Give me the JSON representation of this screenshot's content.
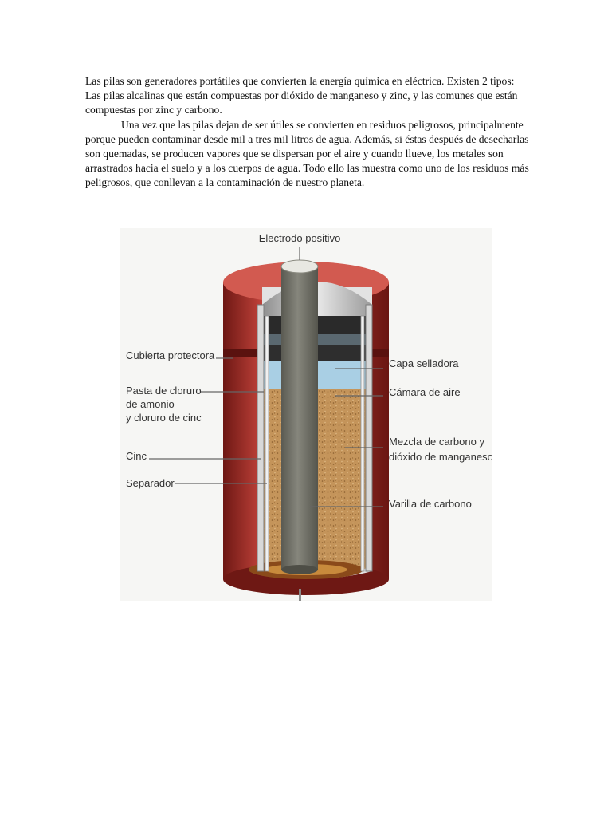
{
  "document": {
    "paragraphs": [
      "Las pilas son generadores portátiles que convierten la energía química en eléctrica. Existen 2 tipos: Las pilas alcalinas que están compuestas por dióxido de manganeso y zinc, y las comunes que están compuestas por zinc y carbono.",
      "Una vez que las pilas dejan de ser útiles se convierten en residuos peligrosos, principalmente porque pueden contaminar desde mil a tres mil litros de agua. Además, si éstas después de desecharlas son quemadas, se producen vapores que se dispersan por el aire y cuando llueve, los metales son arrastrados hacia el suelo y a los cuerpos de agua. Todo ello las muestra como uno de los residuos más peligrosos, que conllevan a la contaminación de nuestro planeta."
    ]
  },
  "diagram": {
    "labels": {
      "positive_electrode": "Electrodo positivo",
      "protective_cover": "Cubierta protectora",
      "paste_line1": "Pasta de cloruro",
      "paste_line2": "de amonio",
      "paste_line3": "y cloruro de cinc",
      "zinc": "Cinc",
      "separator": "Separador",
      "sealing_layer": "Capa selladora",
      "air_chamber": "Cámara de aire",
      "mixture_line1": "Mezcla de carbono y",
      "mixture_line2": "dióxido de manganeso",
      "carbon_rod": "Varilla de carbono"
    },
    "colors": {
      "casing_red": "#b83a34",
      "casing_dark_red": "#7a1c18",
      "zinc_gray": "#c8c8c8",
      "seal_black": "#262626",
      "air_blue": "#a9cfe4",
      "mixture_tan": "#c99a60",
      "rod_gray": "#76766c"
    }
  }
}
